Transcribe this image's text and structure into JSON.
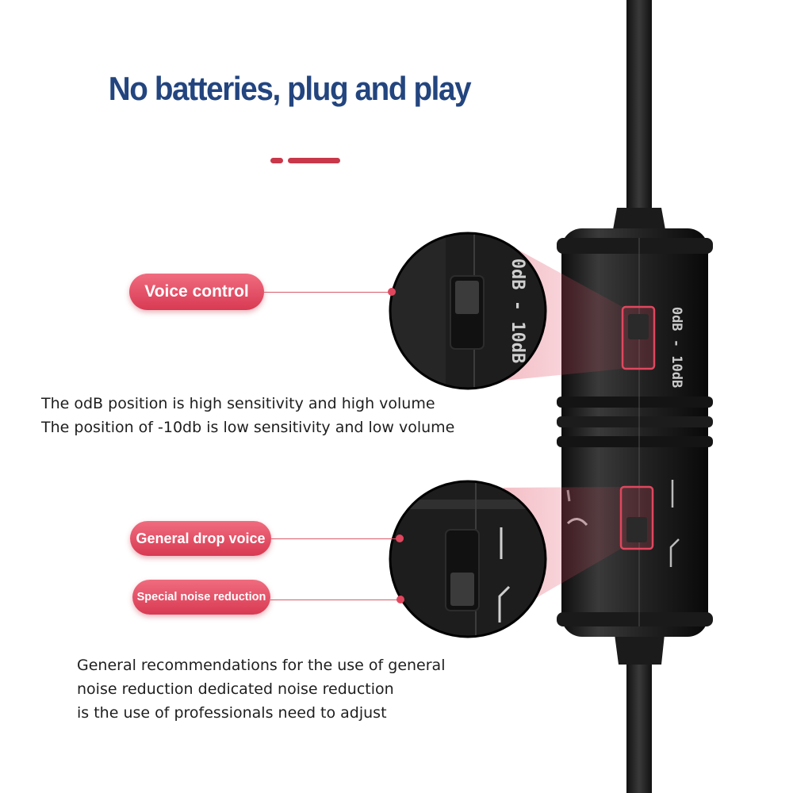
{
  "headline": "No batteries, plug and play",
  "labels": {
    "voice_control": "Voice control",
    "general_drop_voice": "General drop voice",
    "special_noise_reduction": "Special noise reduction"
  },
  "switch_marking": "0dB - 10dB",
  "description_1": [
    "The odB position is high sensitivity and high volume",
    "The position of -10db is low sensitivity and low volume"
  ],
  "description_2": [
    "General recommendations for the use of general",
    "noise reduction dedicated noise reduction",
    "is the use of professionals need to adjust"
  ],
  "colors": {
    "headline": "#23457f",
    "accent": "#d83a53",
    "body_text": "#1e1e1e"
  }
}
